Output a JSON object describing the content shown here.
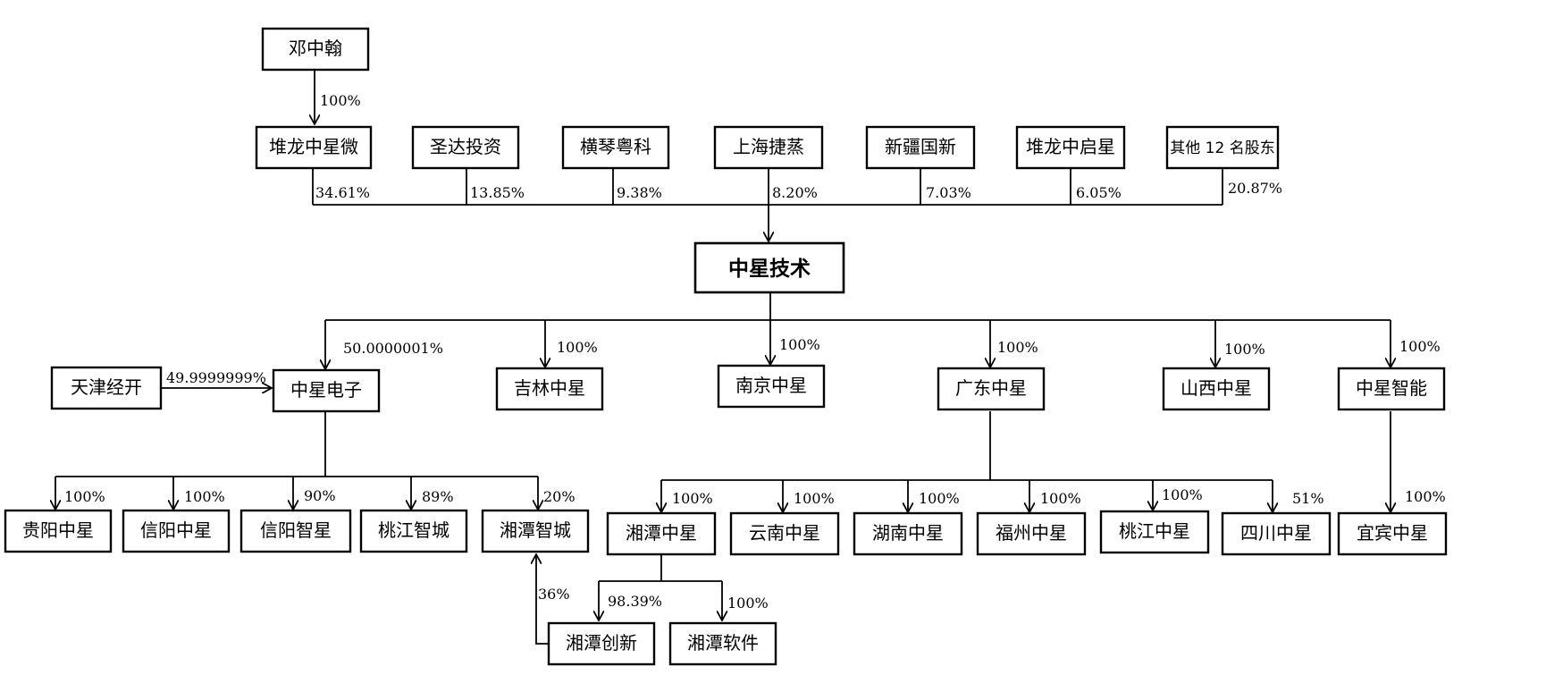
{
  "entities": {
    "deng_zhonghan": "邓中翰",
    "duilong_zxw": "堆龙中星微",
    "shengda": "圣达投资",
    "hengqin": "横琴粤科",
    "shanghai_jz": "上海捷蒸",
    "xinjiang": "新疆国新",
    "duilong_zqx": "堆龙中启星",
    "others": "其他 12 名股东",
    "root": "中星技术",
    "tianjin": "天津经开",
    "zx_dianzi": "中星电子",
    "jilin": "吉林中星",
    "nanjing": "南京中星",
    "guangdong": "广东中星",
    "shanxi": "山西中星",
    "zx_zhineng": "中星智能",
    "guiyang": "贵阳中星",
    "xinyang_zx": "信阳中星",
    "xinyang_zhx": "信阳智星",
    "taojiang_zc": "桃江智城",
    "xiangtan_zc": "湘潭智城",
    "xiangtan_zx": "湘潭中星",
    "yunnan": "云南中星",
    "hunan": "湖南中星",
    "fuzhou": "福州中星",
    "taojiang_zx": "桃江中星",
    "sichuan": "四川中星",
    "yibin": "宜宾中星",
    "xiangtan_cx": "湘潭创新",
    "xiangtan_rj": "湘潭软件"
  },
  "percentages": {
    "deng_to_duilong": "100%",
    "duilong_zxw": "34.61%",
    "shengda": "13.85%",
    "hengqin": "9.38%",
    "shanghai_jz": "8.20%",
    "xinjiang": "7.03%",
    "duilong_zqx": "6.05%",
    "others": "20.87%",
    "zx_dianzi": "50.0000001%",
    "tianjin": "49.9999999%",
    "jilin": "100%",
    "nanjing": "100%",
    "guangdong": "100%",
    "shanxi": "100%",
    "zx_zhineng": "100%",
    "guiyang": "100%",
    "xinyang_zx": "100%",
    "xinyang_zhx": "90%",
    "taojiang_zc": "89%",
    "xiangtan_zc": "20%",
    "xiangtan_cx_to_zc": "36%",
    "xiangtan_zx": "100%",
    "yunnan": "100%",
    "hunan": "100%",
    "fuzhou": "100%",
    "taojiang_zx": "100%",
    "sichuan": "51%",
    "yibin": "100%",
    "xiangtan_cx": "98.39%",
    "xiangtan_rj": "100%"
  }
}
